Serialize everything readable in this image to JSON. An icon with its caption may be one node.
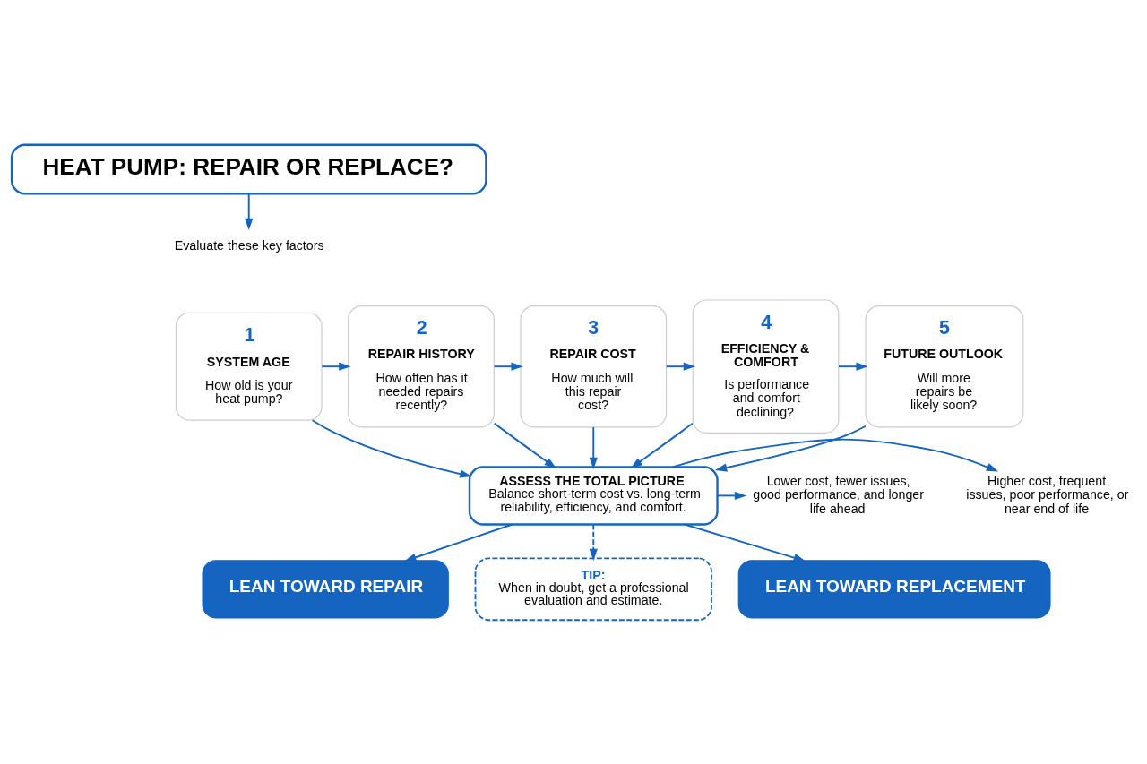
{
  "diagram": {
    "nodes": [
      {
        "text": [
          "HEAT PUMP: REPAIR OR REPLACE?"
        ]
      },
      {
        "text": [
          "Evaluate these key factors"
        ]
      },
      {
        "text": [
          "1",
          "SYSTEM AGE",
          "How old is your heat pump?"
        ]
      },
      {
        "text": [
          "2",
          "REPAIR HISTORY",
          "How often has it needed repairs recently?"
        ]
      },
      {
        "text": [
          "3",
          "REPAIR COST",
          "How much will this repair cost?"
        ]
      },
      {
        "text": [
          "4",
          "EFFICIENCY & COMFORT",
          "Is performance and comfort declining?"
        ]
      },
      {
        "text": [
          "5",
          "FUTURE OUTLOOK",
          "Will more repairs be likely soon?"
        ]
      },
      {
        "text": [
          "Lower cost, fewer issues, good performance, and longer life ahead"
        ]
      },
      {
        "text": [
          "ASSESS THE TOTAL PICTURE",
          "Balance short-term cost vs. long-term reliability, efficiency, and comfort."
        ]
      },
      {
        "text": [
          "Higher cost, frequent issues, poor performance, or near end of life"
        ]
      },
      {
        "text": [
          "LEAN TOWARD REPAIR"
        ]
      },
      {
        "text": [
          "TIP:",
          "When in doubt, get a professional evaluation and estimate."
        ]
      },
      {
        "text": [
          "LEAN TOWARD REPLACEMENT"
        ]
      }
    ],
    "edges": [
      {
        "from": 0,
        "to": 1,
        "arrow": "to"
      },
      {
        "from": 2,
        "to": 3,
        "arrow": "to"
      },
      {
        "from": 3,
        "to": 4,
        "arrow": "to"
      },
      {
        "from": 4,
        "to": 5,
        "arrow": "to"
      },
      {
        "from": 5,
        "to": 6,
        "arrow": "to"
      },
      {
        "from": 2,
        "to": 8,
        "arrow": "to"
      },
      {
        "from": 3,
        "to": 8,
        "arrow": "to"
      },
      {
        "from": 4,
        "to": 8,
        "arrow": "to"
      },
      {
        "from": 5,
        "to": 8,
        "arrow": "to"
      },
      {
        "from": 6,
        "to": 8,
        "arrow": "to"
      },
      {
        "from": 8,
        "to": 7,
        "arrow": "to"
      },
      {
        "from": 8,
        "to": 9,
        "arrow": "to"
      },
      {
        "from": 8,
        "to": 10,
        "arrow": "to"
      },
      {
        "from": 8,
        "to": 11,
        "arrow": "to",
        "style": "dashed"
      },
      {
        "from": 8,
        "to": 12,
        "arrow": "to"
      }
    ]
  }
}
